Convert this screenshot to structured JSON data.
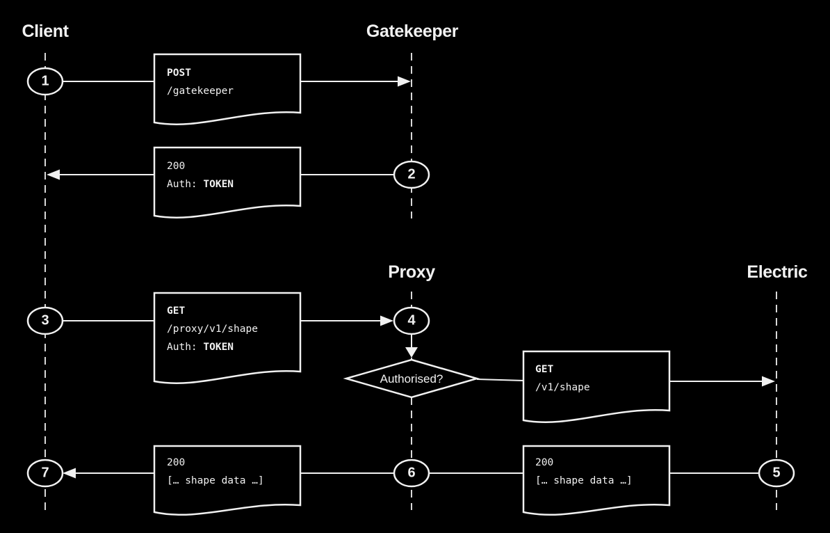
{
  "colors": {
    "background": "#000000",
    "line": "#f1f1f1",
    "text": "#f1f1f1",
    "shape_fill": "#000000"
  },
  "actors": {
    "client": {
      "label": "Client"
    },
    "gatekeeper": {
      "label": "Gatekeeper"
    },
    "proxy": {
      "label": "Proxy"
    },
    "electric": {
      "label": "Electric"
    }
  },
  "steps": [
    "1",
    "2",
    "3",
    "4",
    "5",
    "6",
    "7"
  ],
  "decision": {
    "label": "Authorised?"
  },
  "messages": {
    "post_gatekeeper": {
      "method": "POST",
      "path": "/gatekeeper"
    },
    "token_response": {
      "status": "200",
      "header_name": "Auth:",
      "header_value": "TOKEN"
    },
    "get_proxy_shape": {
      "method": "GET",
      "path": "/proxy/v1/shape",
      "header_name": "Auth:",
      "header_value": "TOKEN"
    },
    "get_shape": {
      "method": "GET",
      "path": "/v1/shape"
    },
    "shape_response_proxy": {
      "status": "200",
      "body": "[… shape data …]"
    },
    "shape_response_client": {
      "status": "200",
      "body": "[… shape data …]"
    }
  }
}
